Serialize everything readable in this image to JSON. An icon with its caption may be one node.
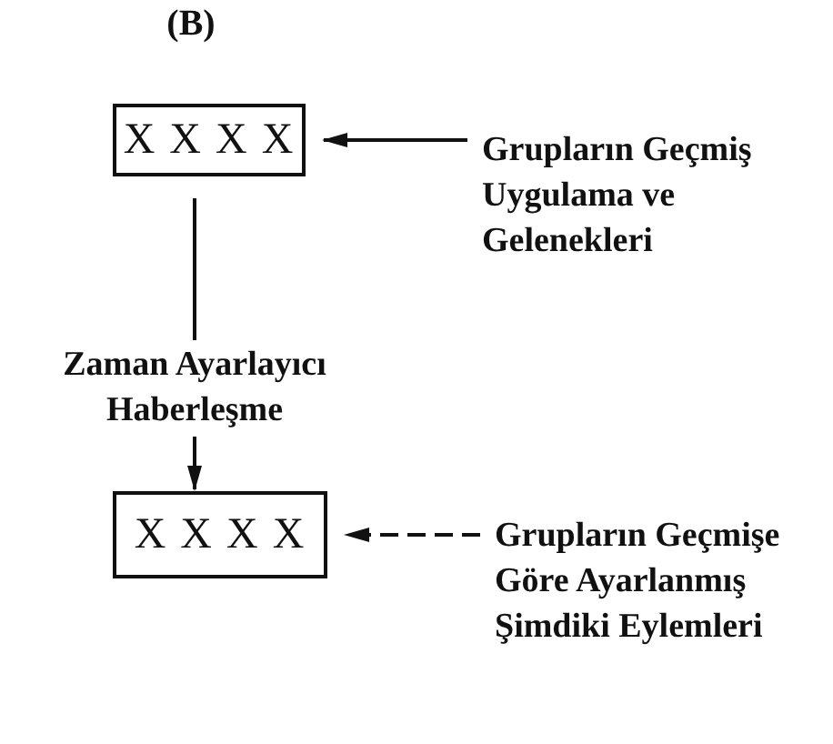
{
  "diagram": {
    "title": "(B)",
    "nodes": [
      {
        "text": [
          "X X X X"
        ]
      },
      {
        "text": [
          "Grupların Geçmiş Uygulama ve Gelenekleri"
        ]
      },
      {
        "text": [
          "Zaman Ayarlayıcı Haberleşme"
        ]
      },
      {
        "text": [
          "X X X X"
        ]
      },
      {
        "text": [
          "Grupların Geçmişe Göre Ayarlanmış Şimdiki Eylemleri"
        ]
      }
    ],
    "edges": [
      {
        "from": 1,
        "to": 0,
        "arrow": "to"
      },
      {
        "from": 0,
        "to": 2,
        "arrow": "none"
      },
      {
        "from": 2,
        "to": 3,
        "arrow": "to"
      },
      {
        "from": 4,
        "to": 3,
        "arrow": "to",
        "style": "dashed"
      }
    ]
  }
}
